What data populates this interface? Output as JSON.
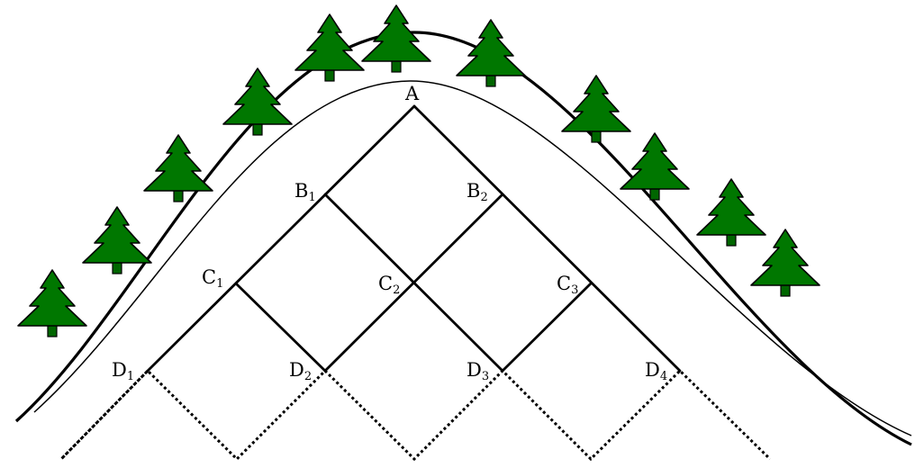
{
  "labels": {
    "A": {
      "letter": "A",
      "sub": ""
    },
    "B1": {
      "letter": "B",
      "sub": "1"
    },
    "B2": {
      "letter": "B",
      "sub": "2"
    },
    "C1": {
      "letter": "C",
      "sub": "1"
    },
    "C2": {
      "letter": "C",
      "sub": "2"
    },
    "C3": {
      "letter": "C",
      "sub": "3"
    },
    "D1": {
      "letter": "D",
      "sub": "1"
    },
    "D2": {
      "letter": "D",
      "sub": "2"
    },
    "D3": {
      "letter": "D",
      "sub": "3"
    },
    "D4": {
      "letter": "D",
      "sub": "4"
    }
  },
  "colors": {
    "tree_fill": "#007700",
    "tree_trunk": "#006600",
    "tree_stroke": "#000000",
    "line": "#000000"
  },
  "icons": {
    "tree": "pine-tree-icon"
  }
}
